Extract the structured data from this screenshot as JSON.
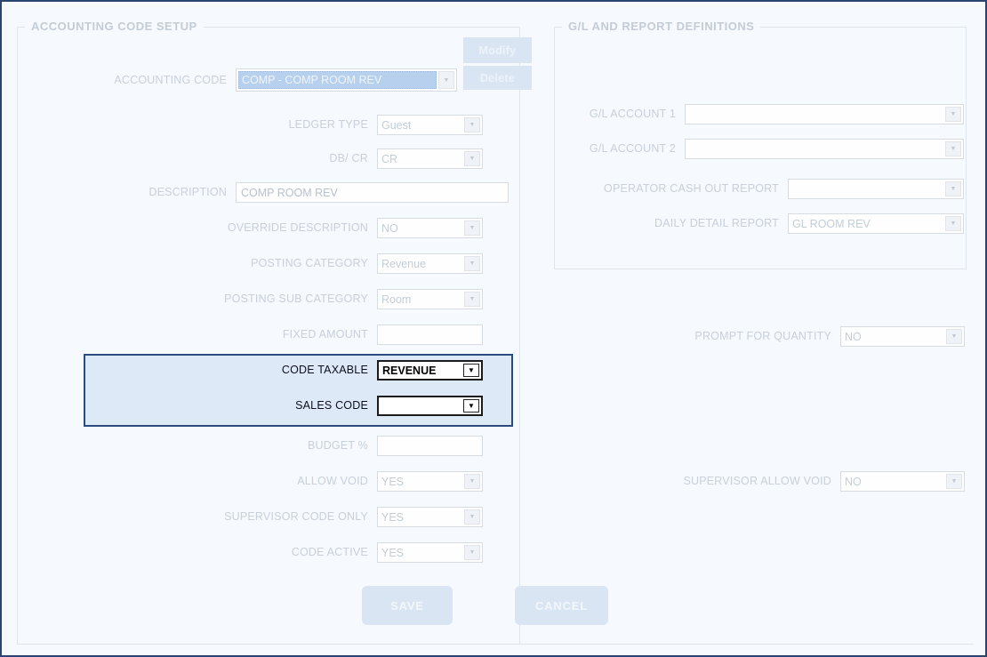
{
  "panels": {
    "left": {
      "legend": "ACCOUNTING CODE SETUP"
    },
    "right": {
      "legend": "G/L AND REPORT DEFINITIONS"
    }
  },
  "toolbar": {
    "modify_label": "Modify",
    "delete_label": "Delete"
  },
  "actions": {
    "save_label": "SAVE",
    "cancel_label": "CANCEL"
  },
  "fields": {
    "accounting_code": {
      "label": "ACCOUNTING CODE",
      "value": "COMP - COMP ROOM REV"
    },
    "ledger_type": {
      "label": "LEDGER TYPE",
      "value": "Guest"
    },
    "db_cr": {
      "label": "DB/ CR",
      "value": "CR"
    },
    "description": {
      "label": "DESCRIPTION",
      "value": "COMP ROOM REV"
    },
    "override_description": {
      "label": "OVERRIDE DESCRIPTION",
      "value": "NO"
    },
    "posting_category": {
      "label": "POSTING CATEGORY",
      "value": "Revenue"
    },
    "posting_sub_category": {
      "label": "POSTING SUB CATEGORY",
      "value": "Room"
    },
    "fixed_amount": {
      "label": "FIXED AMOUNT",
      "value": ""
    },
    "code_taxable": {
      "label": "CODE TAXABLE",
      "value": "REVENUE"
    },
    "sales_code": {
      "label": "SALES CODE",
      "value": ""
    },
    "budget_pct": {
      "label": "BUDGET %",
      "value": ""
    },
    "allow_void": {
      "label": "ALLOW VOID",
      "value": "YES"
    },
    "supervisor_code_only": {
      "label": "SUPERVISOR CODE ONLY",
      "value": "YES"
    },
    "code_active": {
      "label": "CODE ACTIVE",
      "value": "YES"
    },
    "gl_account_1": {
      "label": "G/L ACCOUNT 1",
      "value": ""
    },
    "gl_account_2": {
      "label": "G/L ACCOUNT 2",
      "value": ""
    },
    "operator_cash_out_report": {
      "label": "OPERATOR CASH OUT REPORT",
      "value": ""
    },
    "daily_detail_report": {
      "label": "DAILY DETAIL REPORT",
      "value": "GL ROOM REV"
    },
    "prompt_for_quantity": {
      "label": "PROMPT FOR QUANTITY",
      "value": "NO"
    },
    "supervisor_allow_void": {
      "label": "SUPERVISOR ALLOW VOID",
      "value": "NO"
    }
  },
  "colors": {
    "window_border": "#2a4570",
    "highlight_border": "#2b4c7e",
    "highlight_bg": "#dde9f6",
    "button_bg": "#d9e5f2",
    "selection_bg": "#b7d0ed",
    "page_bg": "#f6f9fd"
  }
}
